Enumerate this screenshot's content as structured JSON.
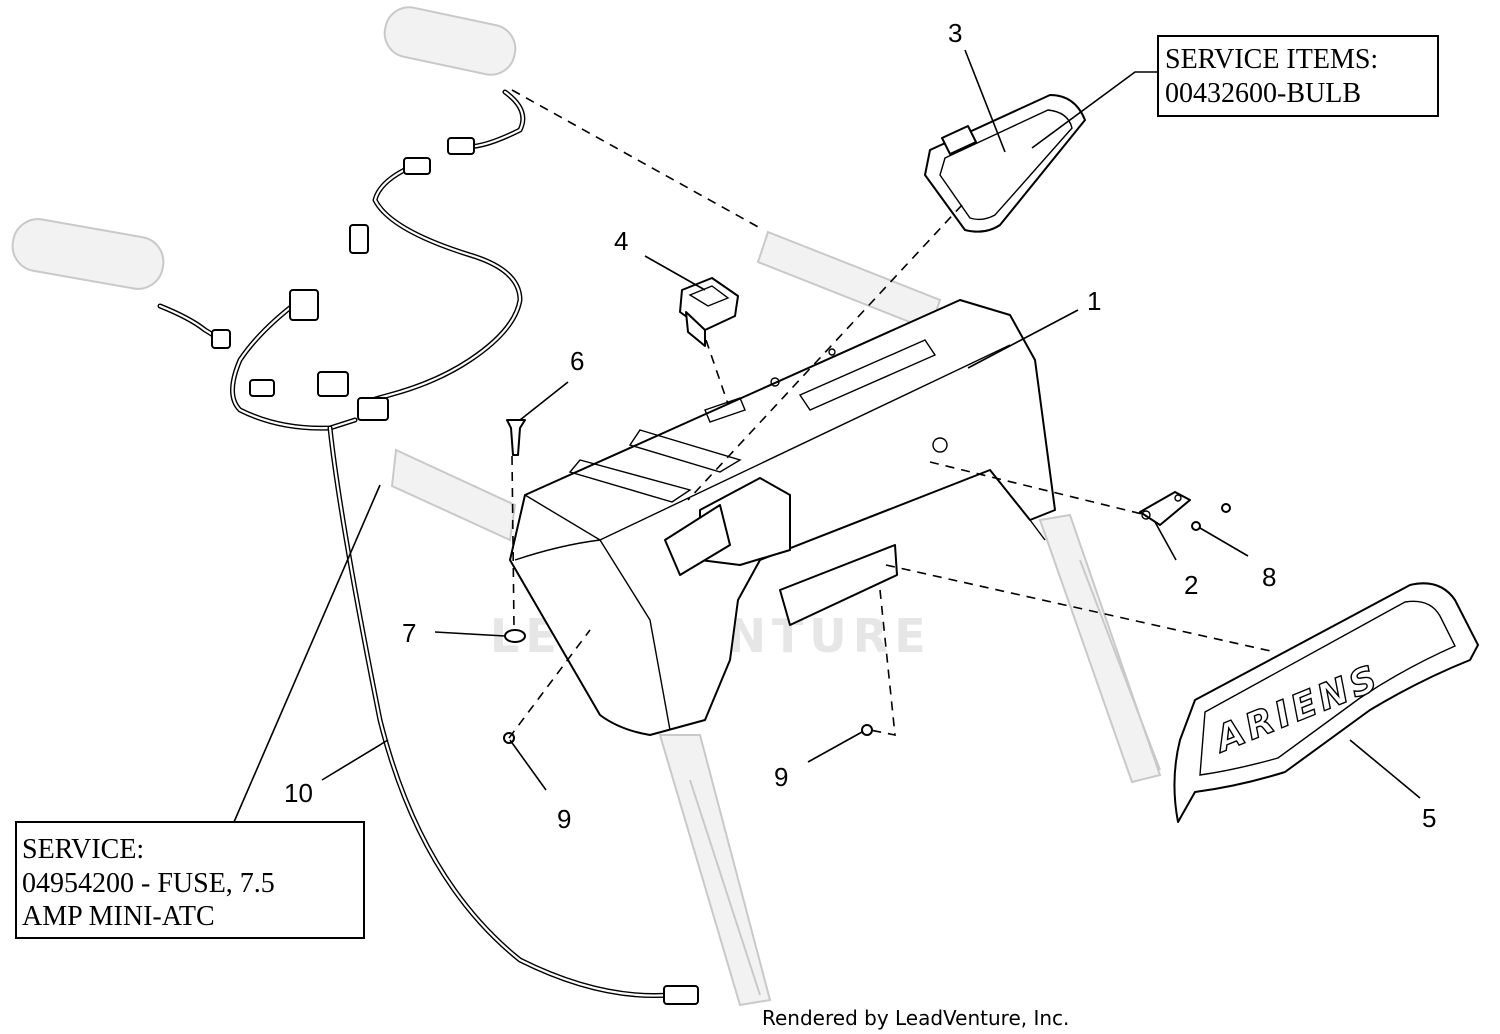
{
  "callouts": {
    "c1": "1",
    "c2": "2",
    "c3": "3",
    "c4": "4",
    "c5": "5",
    "c6": "6",
    "c7": "7",
    "c8": "8",
    "c9a": "9",
    "c9b": "9",
    "c10": "10"
  },
  "service_items_box": {
    "line1": "SERVICE ITEMS:",
    "line2": "00432600-BULB"
  },
  "service_box": {
    "line1": "SERVICE:",
    "line2": "04954200 - FUSE, 7.5",
    "line3": "AMP MINI-ATC"
  },
  "brand_logo_text": "ARIENS",
  "watermark": "LEADVENTURE",
  "footer": "Rendered by LeadVenture, Inc."
}
